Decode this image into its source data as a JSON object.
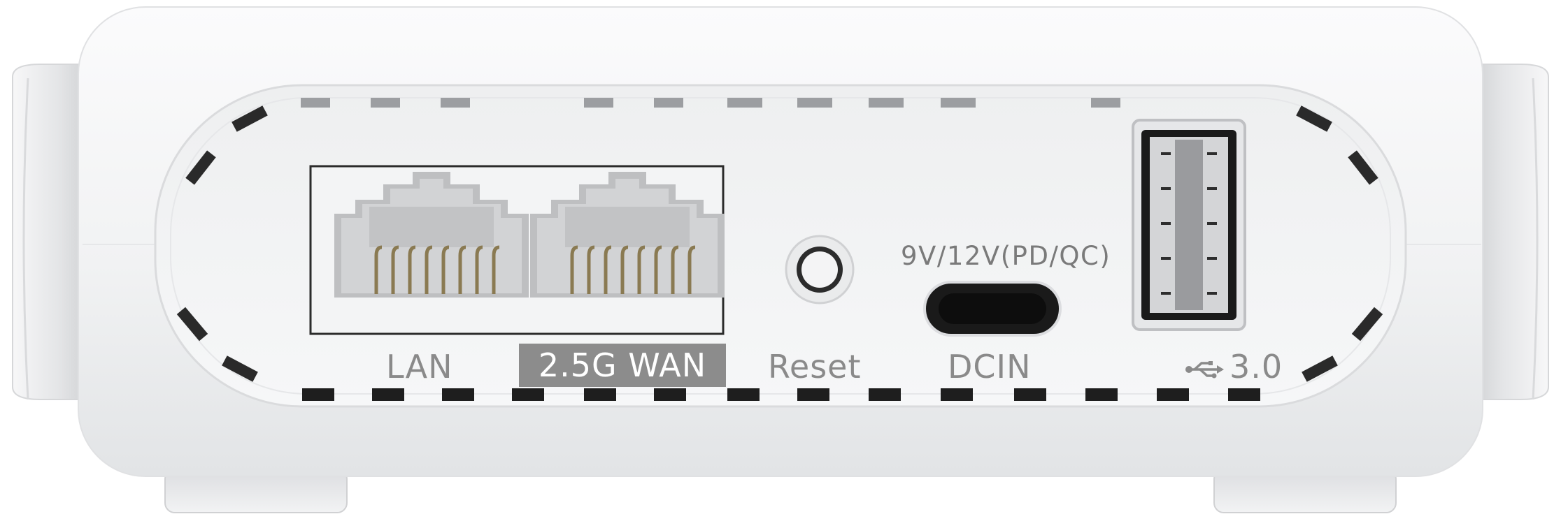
{
  "device": {
    "ports": {
      "lan_label": "LAN",
      "wan_label": "2.5G WAN",
      "reset_label": "Reset",
      "power_rating": "9V/12V(PD/QC)",
      "dcin_label": "DCIN",
      "usb_label": "3.0"
    },
    "icons": [
      "usb-icon"
    ],
    "colors": {
      "body": "#f4f5f6",
      "panel": "#f0f1f2",
      "label_text": "#8a8a8a",
      "wan_highlight": "#8c8c8c",
      "vent": "#1e1e1e"
    }
  }
}
